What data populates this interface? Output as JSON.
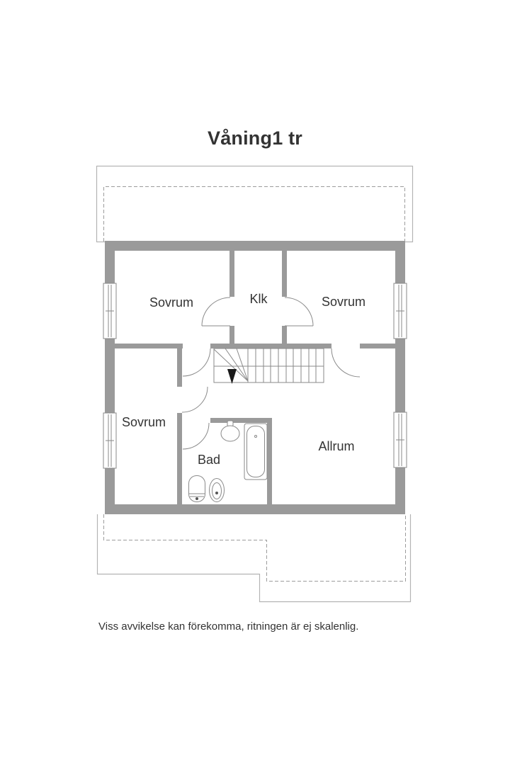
{
  "title": "Våning1 tr",
  "footer": {
    "disclaimer": "Viss avvikelse kan förekomma, ritningen är ej skalenlig."
  },
  "floorplan": {
    "rooms": [
      {
        "name": "Sovrum"
      },
      {
        "name": "Klk"
      },
      {
        "name": "Sovrum"
      },
      {
        "name": "Sovrum"
      },
      {
        "name": "Bad"
      },
      {
        "name": "Allrum"
      }
    ],
    "stairs": {
      "direction": "down-arrow"
    },
    "fixtures": [
      "sink",
      "bathtub",
      "toilet",
      "bidet"
    ],
    "windows_count": 4,
    "doors_count": 6
  },
  "colors": {
    "wall": "#9a9a9a",
    "thin": "#8a8a8a",
    "roof": "#b3b3b3",
    "dash": "#9c9c9c",
    "text": "#333333",
    "arrow": "#1a1a1a"
  }
}
